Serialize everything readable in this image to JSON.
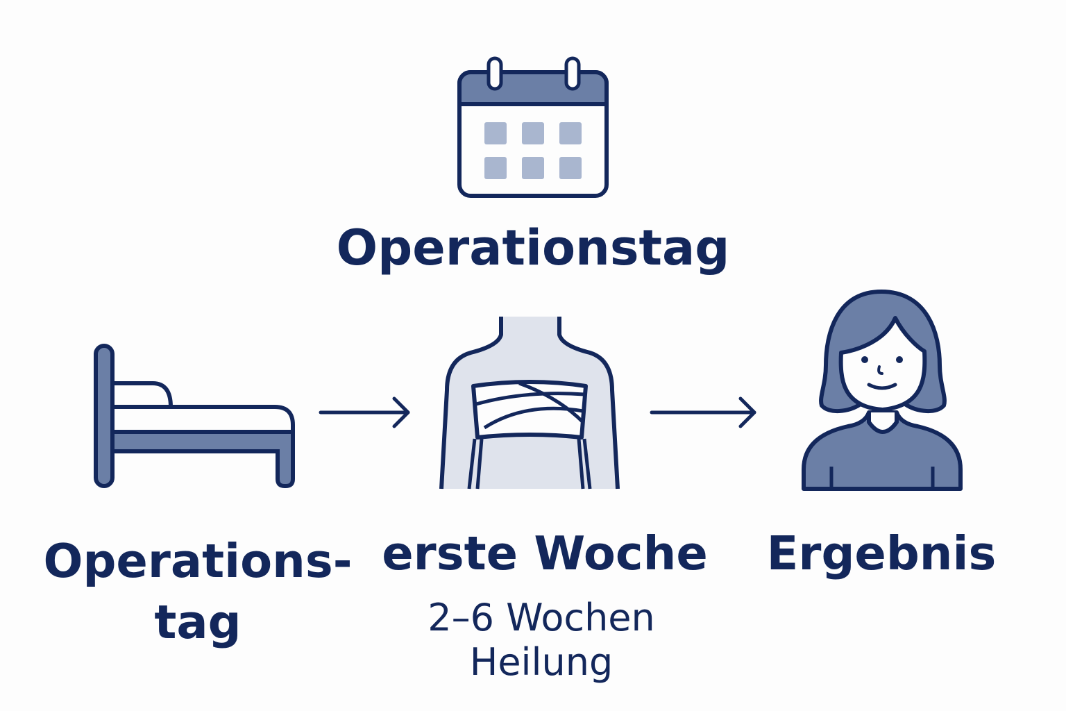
{
  "title": "Operationstag",
  "steps": [
    {
      "label_line1": "Operations-",
      "label_line2": "tag",
      "icon": "bed-icon"
    },
    {
      "label": "erste Woche",
      "sub_line1": "2–6 Wochen",
      "sub_line2": "Heilung",
      "icon": "bandaged-torso-icon"
    },
    {
      "label": "Ergebnis",
      "icon": "person-icon"
    }
  ],
  "colors": {
    "outline": "#13275b",
    "fill_dark": "#6b7fa6",
    "fill_light": "#dfe3ec",
    "calendar_cells": "#a9b6cf",
    "background": "#fdfdfd"
  }
}
